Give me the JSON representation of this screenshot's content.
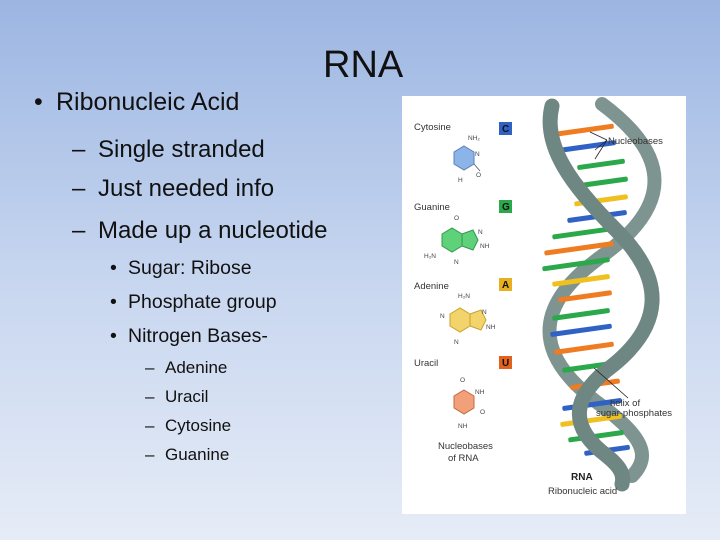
{
  "slide": {
    "title": "RNA",
    "bullet": "Ribonucleic Acid",
    "sub_items": [
      "Single stranded",
      "Just needed info",
      "Made up a nucleotide"
    ],
    "sub_sub_items": [
      "Sugar: Ribose",
      "Phosphate group",
      "Nitrogen Bases-"
    ],
    "bases_list": [
      "Adenine",
      "Uracil",
      "Cytosine",
      "Guanine"
    ]
  },
  "figure": {
    "bases": [
      {
        "name": "Cytosine",
        "letter": "C",
        "color": "#2f62c4"
      },
      {
        "name": "Guanine",
        "letter": "G",
        "color": "#2aa84a"
      },
      {
        "name": "Adenine",
        "letter": "A",
        "color": "#e8b020"
      },
      {
        "name": "Uracil",
        "letter": "U",
        "color": "#e2611c"
      }
    ],
    "nucleobases_label": "Nucleobases",
    "helix_label_line1": "helix of",
    "helix_label_line2": "sugar-phosphates",
    "caption_line1": "Nucleobases",
    "caption_line2": "of RNA",
    "rna_title": "RNA",
    "rna_subtitle": "Ribonucleic acid",
    "atoms": {
      "nh2": "NH₂",
      "h2n": "H₂N",
      "n": "N",
      "nh": "NH",
      "h": "H",
      "o": "O"
    }
  }
}
